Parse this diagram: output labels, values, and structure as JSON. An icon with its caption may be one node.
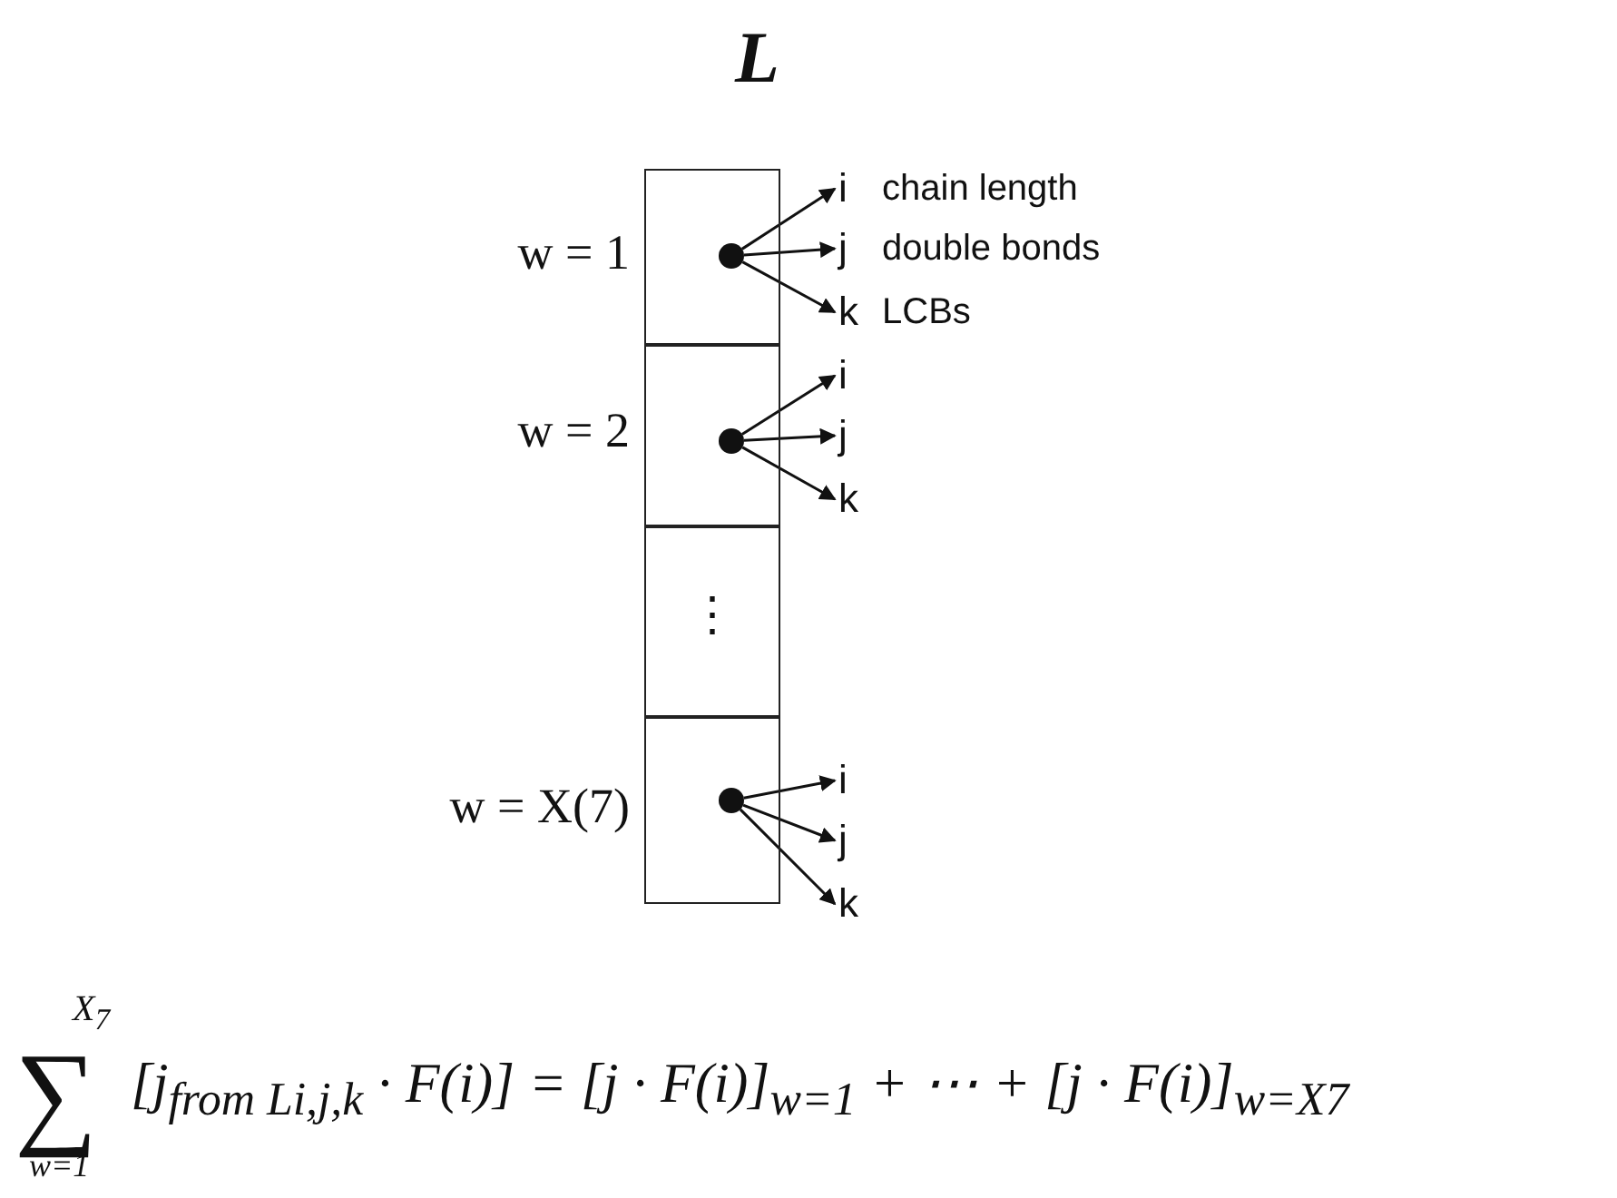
{
  "diagram": {
    "title": "L",
    "nodes": [
      {
        "text": [],
        "shape": "box",
        "beside": [
          "w = 1"
        ]
      },
      {
        "text": [],
        "shape": "circle",
        "in": 0
      },
      {
        "text": [
          "i"
        ],
        "beside": [
          "chain length"
        ]
      },
      {
        "text": [
          "j"
        ],
        "beside": [
          "double bonds"
        ]
      },
      {
        "text": [
          "k"
        ],
        "beside": [
          "LCBs"
        ]
      },
      {
        "text": [],
        "shape": "box",
        "beside": [
          "w = 2"
        ]
      },
      {
        "text": [],
        "shape": "circle",
        "in": 5
      },
      {
        "text": [
          "i"
        ]
      },
      {
        "text": [
          "j"
        ]
      },
      {
        "text": [
          "k"
        ]
      },
      {
        "text": [
          "⋮"
        ]
      },
      {
        "text": [],
        "shape": "box",
        "beside": [
          "w = X(7)"
        ]
      },
      {
        "text": [],
        "shape": "circle",
        "in": 11
      },
      {
        "text": [
          "i"
        ]
      },
      {
        "text": [
          "j"
        ]
      },
      {
        "text": [
          "k"
        ]
      }
    ],
    "edges": [
      {
        "from": 1,
        "to": 2,
        "arrow": "to"
      },
      {
        "from": 1,
        "to": 3,
        "arrow": "to"
      },
      {
        "from": 1,
        "to": 4,
        "arrow": "to"
      },
      {
        "from": 6,
        "to": 7,
        "arrow": "to"
      },
      {
        "from": 6,
        "to": 8,
        "arrow": "to"
      },
      {
        "from": 6,
        "to": 9,
        "arrow": "to"
      },
      {
        "from": 12,
        "to": 13,
        "arrow": "to"
      },
      {
        "from": 12,
        "to": 14,
        "arrow": "to"
      },
      {
        "from": 12,
        "to": 15,
        "arrow": "to"
      }
    ],
    "labels": [
      "X$_{7}$",
      "∑",
      "w=1",
      "[j$_{from L}$$_{i,j,k}$ · F(i)] = [j · F(i)]$_{w=1}$ + ⋯ + [j · F(i)]$_{w=X}$$_{7}$"
    ]
  }
}
